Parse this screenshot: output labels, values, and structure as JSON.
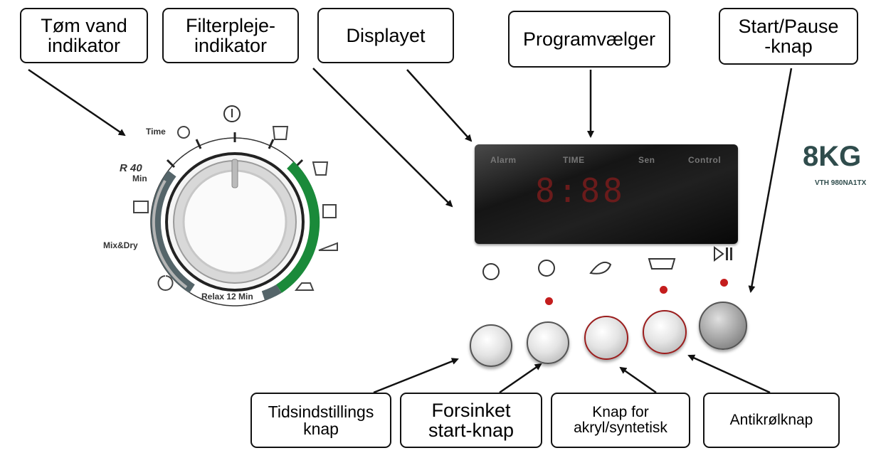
{
  "callouts": {
    "tom_vand": [
      "Tøm vand",
      "indikator"
    ],
    "filterpleje": [
      "Filterpleje-",
      "indikator"
    ],
    "displayet": [
      "Displayet"
    ],
    "programvaelger": [
      "Programvælger"
    ],
    "start_pause": [
      "Start/Pause",
      "-knap"
    ],
    "tidsindstilling": [
      "Tidsindstillings",
      "knap"
    ],
    "forsinket": [
      "Forsinket",
      "start-knap"
    ],
    "akryl": [
      "Knap for",
      "akryl/syntetisk"
    ],
    "antikrol": [
      "Antikrølknap"
    ]
  },
  "display": {
    "alarm": "Alarm",
    "time": "TIME",
    "sense": "Sen",
    "control": "Control",
    "digits": "8:88"
  },
  "dial": {
    "time": "Time",
    "r40": "R 40",
    "min": "Min",
    "mixdry": "Mix&Dry",
    "relax": "Relax 12 Min"
  },
  "brand": {
    "logo": "8KG",
    "model": "VTH 980NA1TX"
  },
  "colors": {
    "led": "#c41d1d",
    "dial_green": "#1a8a3a",
    "dial_grey": "#55656a",
    "brand": "#2f4c4c"
  },
  "icons": [
    "clock-icon",
    "delay-start-icon",
    "leaf-icon",
    "anti-crease-icon",
    "play-pause-icon",
    "power-icon"
  ]
}
